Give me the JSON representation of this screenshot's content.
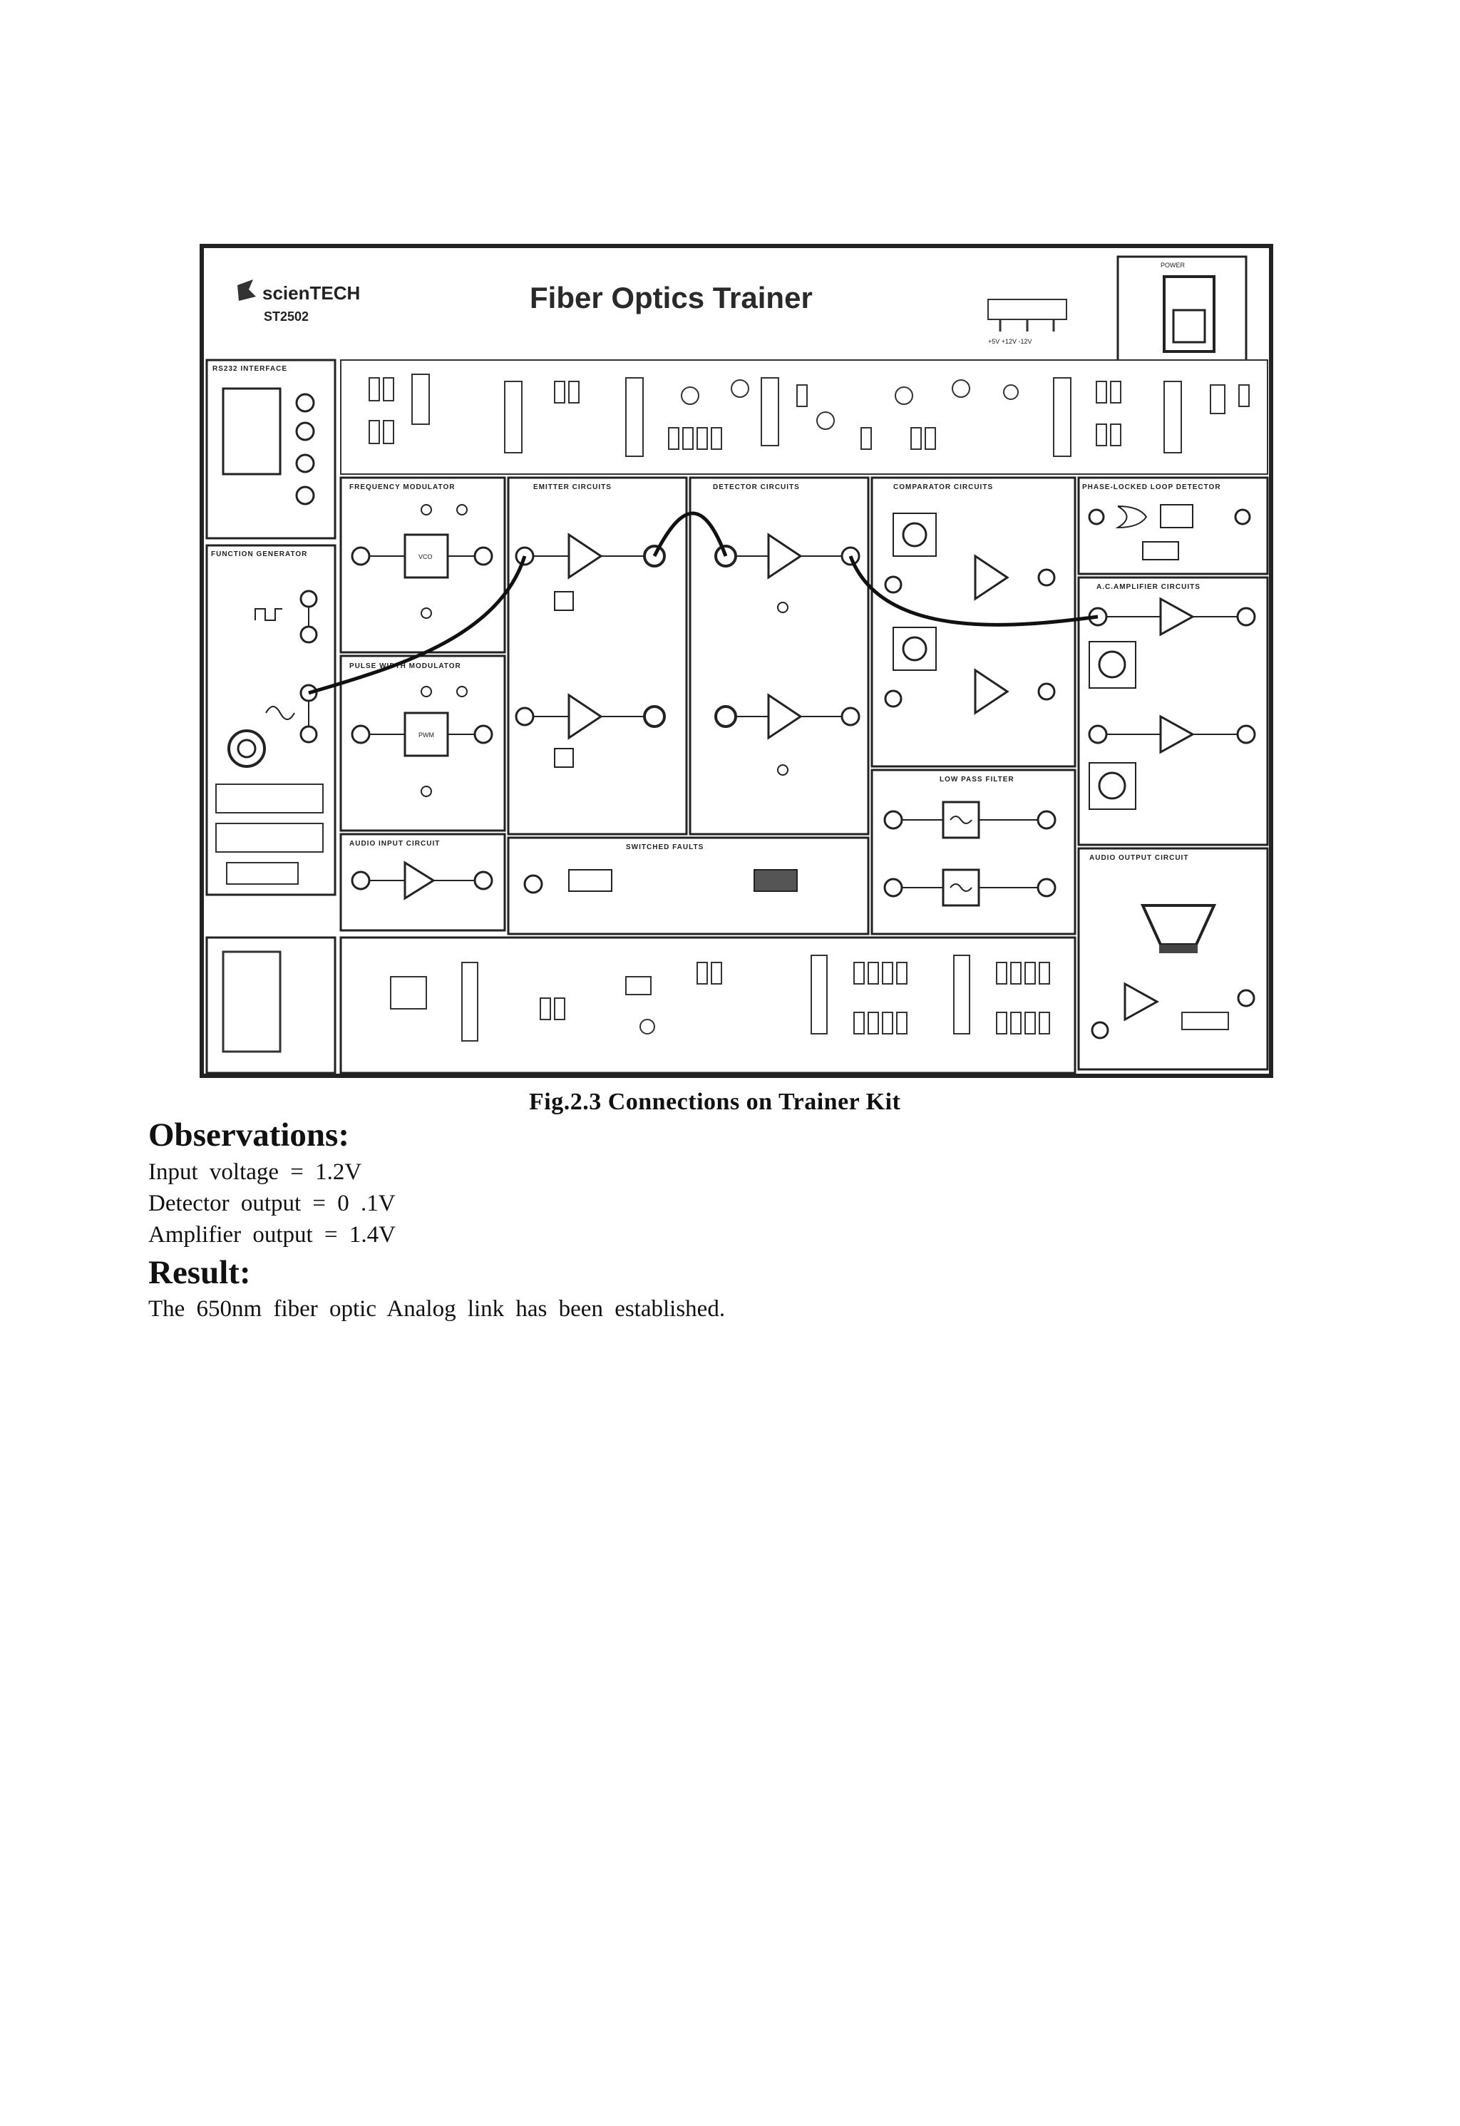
{
  "figure": {
    "brand_logo": "scienTECH",
    "model": "ST2502",
    "title": "Fiber Optics Trainer",
    "power_label": "POWER",
    "supply_labels": "+5V +12V -12V",
    "panels": {
      "rs232": "RS232 INTERFACE",
      "function_generator": "FUNCTION GENERATOR",
      "frequency_modulator": "FREQUENCY MODULATOR",
      "pulse_width_modulator": "PULSE WIDTH MODULATOR",
      "audio_input": "AUDIO INPUT CIRCUIT",
      "emitter": "EMITTER CIRCUITS",
      "detector": "DETECTOR CIRCUITS",
      "switched_faults": "SWITCHED FAULTS",
      "comparator": "COMPARATOR CIRCUITS",
      "low_pass": "LOW PASS FILTER",
      "pll": "PHASE-LOCKED LOOP DETECTOR",
      "ac_amplifier": "A.C.AMPLIFIER CIRCUITS",
      "audio_output": "AUDIO OUTPUT CIRCUIT"
    },
    "blocks": {
      "vco": "VCO",
      "pwm": "PWM"
    }
  },
  "caption": "Fig.2.3 Connections on Trainer Kit",
  "observations": {
    "heading": "Observations:",
    "lines": [
      "Input voltage = 1.2V",
      "Detector output = 0 .1V",
      "Amplifier output = 1.4V"
    ]
  },
  "result": {
    "heading": "Result:",
    "text": "The 650nm fiber optic Analog link has been established."
  }
}
